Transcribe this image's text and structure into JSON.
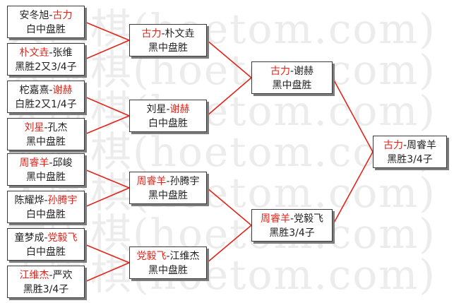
{
  "watermark": "大围棋(hoetom.com)",
  "colors": {
    "line": "#e0261c",
    "highlight": "#e0261c",
    "text": "#222222",
    "border": "#3a3a3a",
    "shadow": "#7c7c7c"
  },
  "round1": [
    {
      "p1": "安冬旭",
      "p2": "古力",
      "winner": "p2",
      "result": "白中盘胜"
    },
    {
      "p1": "朴文垚",
      "p2": "张维",
      "winner": "p1",
      "result": "黑胜2又3/4子"
    },
    {
      "p1": "柁嘉熹",
      "p2": "谢赫",
      "winner": "p2",
      "result": "白胜2又1/4子"
    },
    {
      "p1": "刘星",
      "p2": "孔杰",
      "winner": "p1",
      "result": "黑中盘胜"
    },
    {
      "p1": "周睿羊",
      "p2": "邱峻",
      "winner": "p1",
      "result": "黑中盘胜"
    },
    {
      "p1": "陈耀烨",
      "p2": "孙腾宇",
      "winner": "p2",
      "result": "白中盘胜"
    },
    {
      "p1": "童梦成",
      "p2": "党毅飞",
      "winner": "p2",
      "result": "白中盘胜"
    },
    {
      "p1": "江维杰",
      "p2": "严欢",
      "winner": "p1",
      "result": "黑胜3/4子"
    }
  ],
  "round2": [
    {
      "p1": "古力",
      "p2": "朴文垚",
      "winner": "p1",
      "result": "黑中盘胜"
    },
    {
      "p1": "刘星",
      "p2": "谢赫",
      "winner": "p2",
      "result": "白中盘胜"
    },
    {
      "p1": "周睿羊",
      "p2": "孙腾宇",
      "winner": "p1",
      "result": "黑中盘胜"
    },
    {
      "p1": "党毅飞",
      "p2": "江维杰",
      "winner": "p1",
      "result": "黑中盘胜"
    }
  ],
  "round3": [
    {
      "p1": "古力",
      "p2": "谢赫",
      "winner": "p1",
      "result": "黑中盘胜"
    },
    {
      "p1": "周睿羊",
      "p2": "党毅飞",
      "winner": "p1",
      "result": "黑胜3/4子"
    }
  ],
  "final": [
    {
      "p1": "古力",
      "p2": "周睿羊",
      "winner": "p1",
      "result": "黑胜3/4子"
    }
  ]
}
